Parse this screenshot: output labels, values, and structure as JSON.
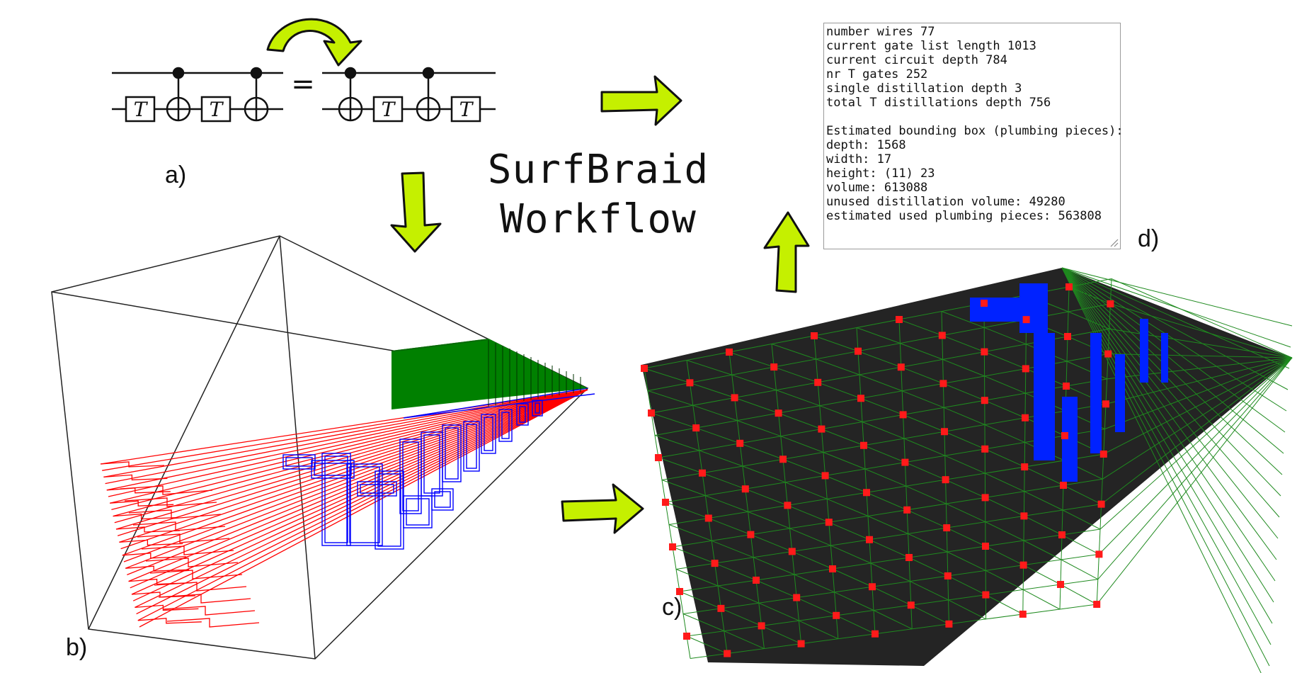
{
  "title": {
    "line1": "SurfBraid",
    "line2": "Workflow"
  },
  "labels": {
    "a": "a)",
    "b": "b)",
    "c": "c)",
    "d": "d)"
  },
  "circuit": {
    "gate_symbol": "T",
    "equals": "="
  },
  "stats": {
    "lines": [
      "number wires 77",
      "current gate list length 1013",
      "current circuit depth 784",
      "nr T gates 252",
      "single distillation depth 3",
      "total T distillations depth 756",
      "",
      "Estimated bounding box (plumbing pieces):",
      "depth: 1568",
      "width: 17",
      "height: (11) 23",
      "volume: 613088",
      "unused distillation volume: 49280",
      "estimated used plumbing pieces: 563808"
    ]
  },
  "colors": {
    "arrow_fill": "#c5f000",
    "arrow_stroke": "#111111",
    "wire_red": "#ff0000",
    "wire_blue": "#0000ff",
    "block_green": "#008000",
    "lattice_green": "#1f8a1f",
    "cube_red": "#ff1a1a",
    "cube_blue": "#0022ff"
  },
  "icons": {
    "arrows": "right-arrow-icon, down-arrow-icon, up-arrow-icon, curved-swap-arrow-icon",
    "grip": "resize-grip-icon"
  }
}
